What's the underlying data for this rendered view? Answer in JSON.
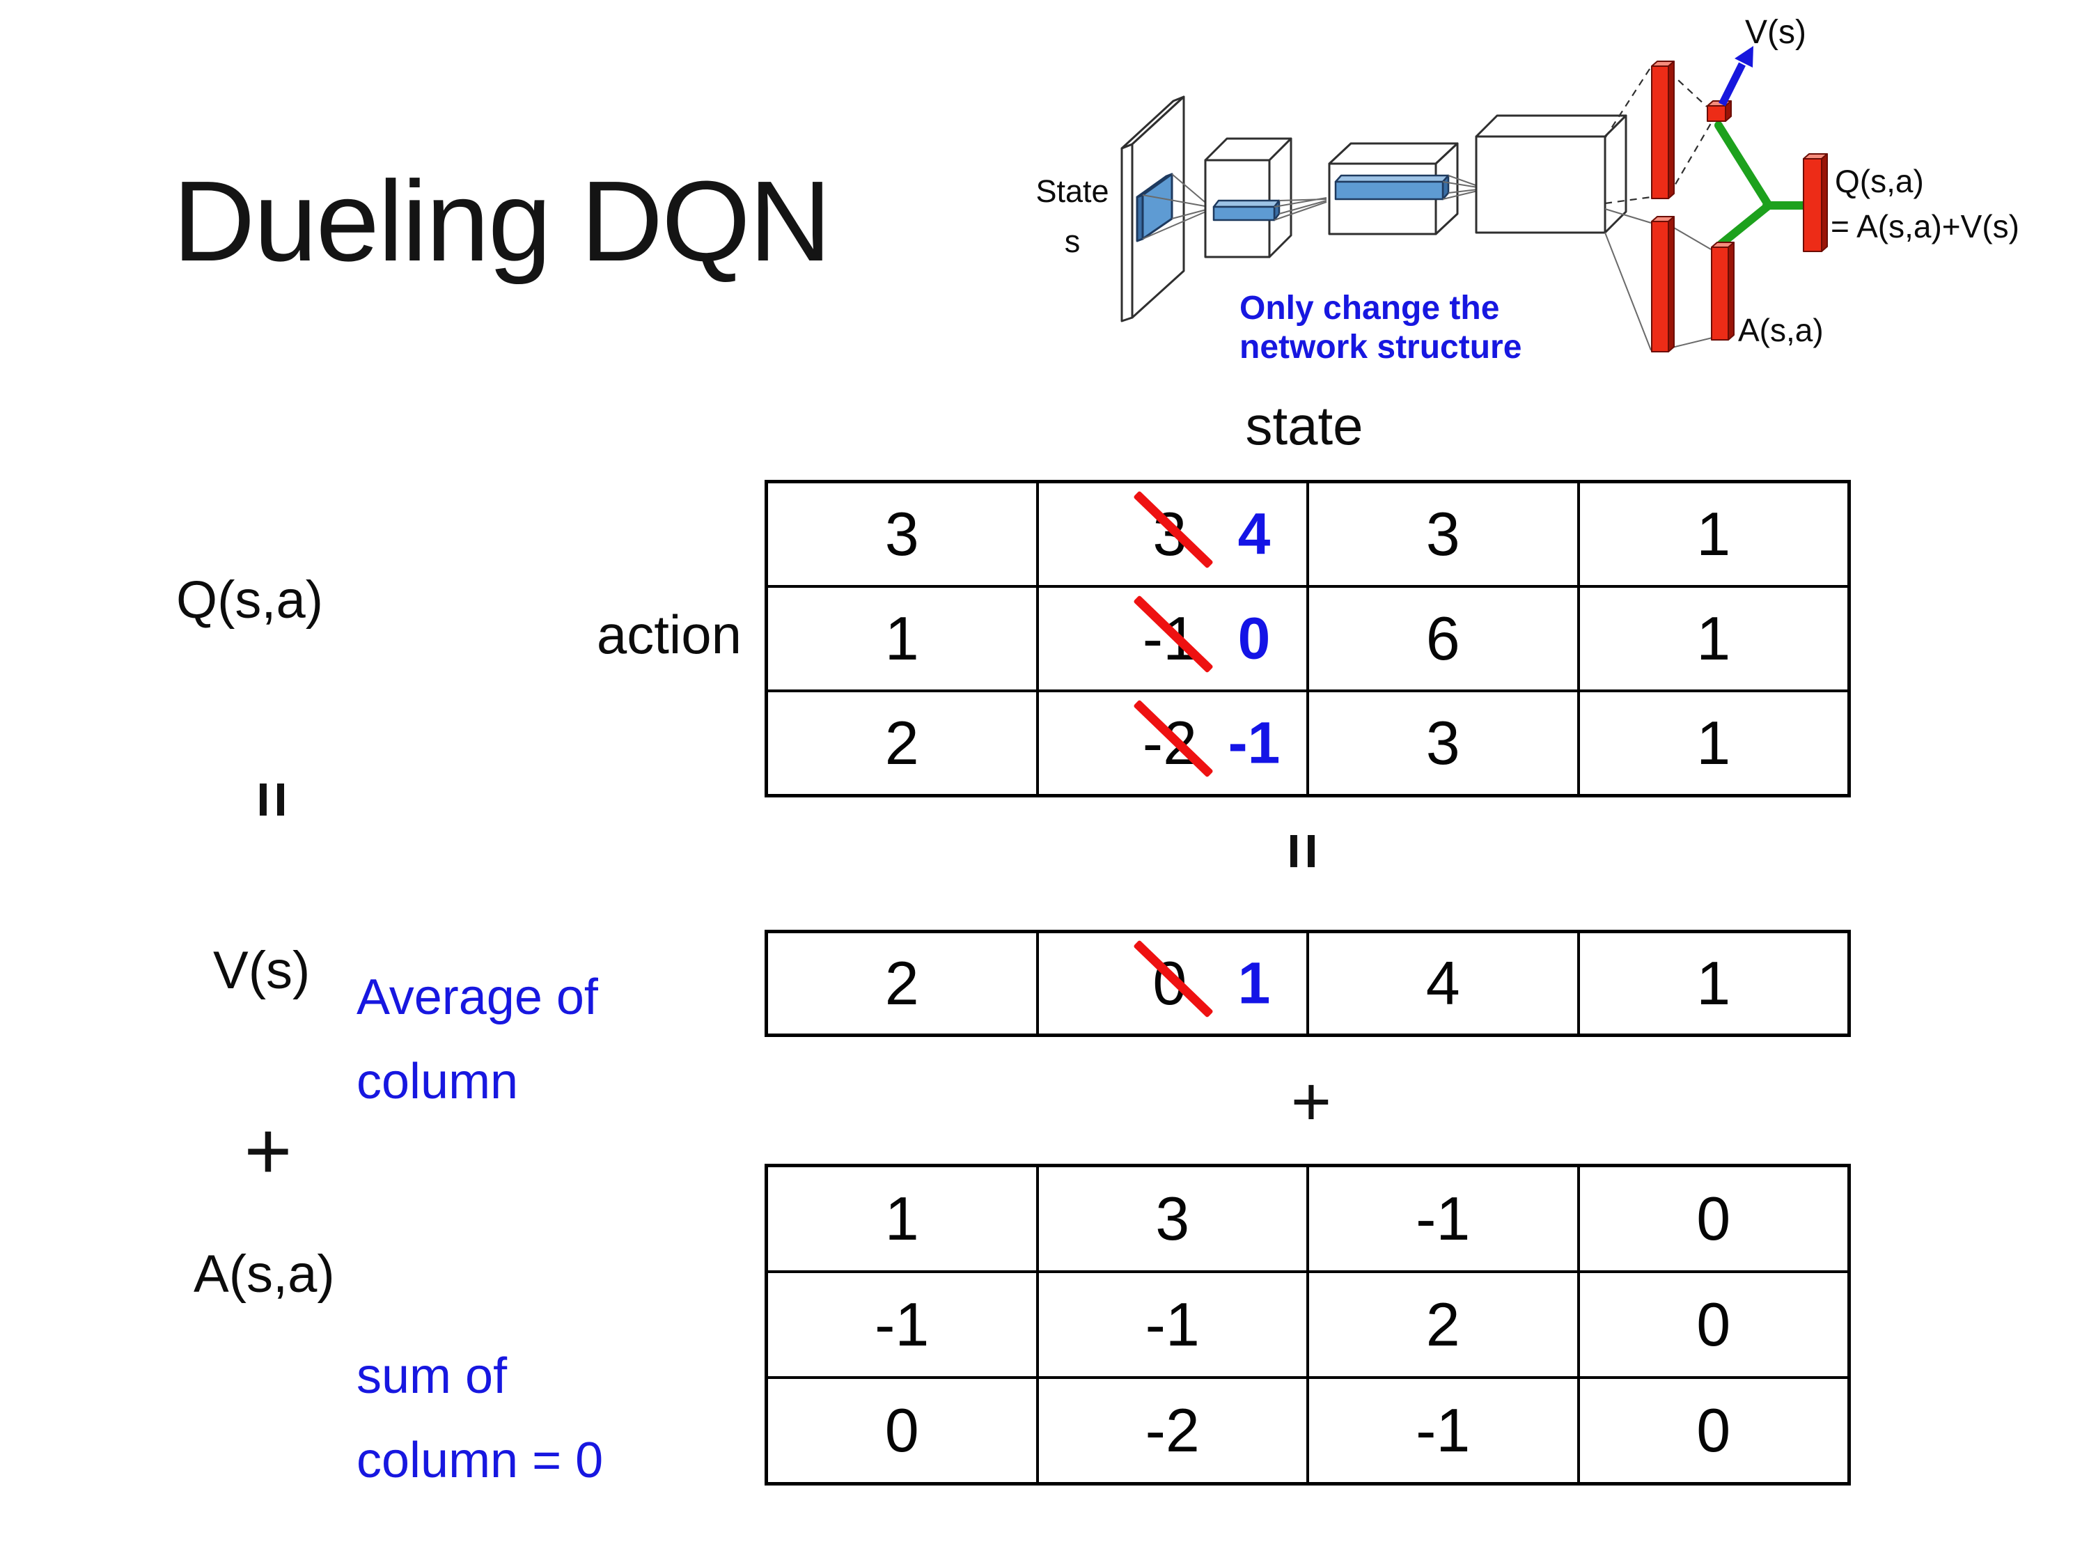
{
  "slide": {
    "title": "Dueling DQN",
    "equals_sign": "=",
    "plus_sign": "+",
    "q_label": "Q(s,a)",
    "v_label": "V(s)",
    "a_label": "A(s,a)",
    "avg_note": "Average of\ncolumn",
    "sum_note": "sum of\ncolumn = 0"
  },
  "q_table": {
    "header": "state",
    "side": "action",
    "rows": [
      [
        "3",
        {
          "old": "3",
          "new": "4"
        },
        "3",
        "1"
      ],
      [
        "1",
        {
          "old": "-1",
          "new": "0"
        },
        "6",
        "1"
      ],
      [
        "2",
        {
          "old": "-2",
          "new": "-1"
        },
        "3",
        "1"
      ]
    ]
  },
  "v_table": {
    "rows": [
      [
        "2",
        {
          "old": "0",
          "new": "1"
        },
        "4",
        "1"
      ]
    ]
  },
  "a_table": {
    "rows": [
      [
        "1",
        "3",
        "-1",
        "0"
      ],
      [
        "-1",
        "-1",
        "2",
        "0"
      ],
      [
        "0",
        "-2",
        "-1",
        "0"
      ]
    ]
  },
  "diagram": {
    "state_line1": "State",
    "state_line2": "s",
    "note_line1": "Only change the",
    "note_line2": "network structure",
    "v_out": "V(s)",
    "a_out": "A(s,a)",
    "q_out_line1": "Q(s,a)",
    "q_out_line2": "= A(s,a)+V(s)"
  },
  "colors": {
    "annotation_blue": "#1717e0",
    "replacement_blue": "#1414e6",
    "strike_red": "#ee1111",
    "bar_red": "#ed2c17",
    "branch_green": "#1da11d",
    "conv_blue": "#5e9bd3",
    "text_black": "#0c0c0c"
  }
}
